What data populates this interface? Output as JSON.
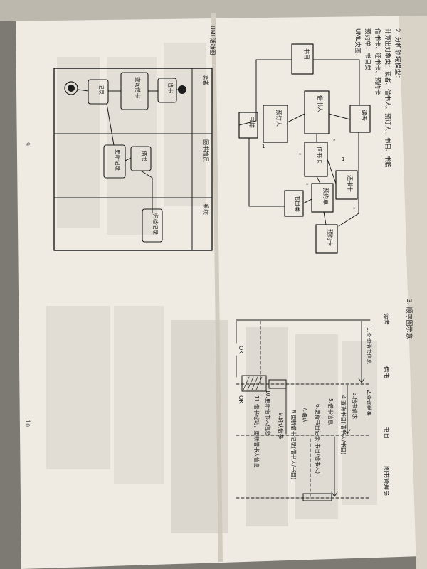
{
  "heading2": "2. 分析领域模型：",
  "line2a": "计算出对象类：读者、借书人、预订人、书目、书籍",
  "line2b": "借书卡、还书卡、预约卡",
  "line2c": "预约单、书目类",
  "uml_label": "UML类图：",
  "activity_title": "UML活动图",
  "page_left_num": "9",
  "page_right_num": "10",
  "seq_title": "3. 顺序图示意",
  "swimlanes": {
    "lane1": "读者",
    "lane2": "图书馆员",
    "lane3": "系统"
  },
  "activity_boxes": {
    "a1": "选书",
    "a2": "查询借书",
    "a3": "记录",
    "a4": "借书",
    "a5": "更新记录",
    "a6": "归档记录"
  },
  "class_boxes": {
    "c1": "书目",
    "c2": "读者",
    "c3": "借书人",
    "c4": "预订人",
    "c5": "书籍",
    "c6": "借书卡",
    "c7": "还书卡",
    "c8": "预约单",
    "c9": "书目类",
    "c10": "预约卡"
  },
  "seq": {
    "actor1": "读者",
    "actor2": "借书",
    "actor3": "书目",
    "actor4": "图书管理员",
    "m1": "1.查询借书信息",
    "m2": "2.查询结果",
    "m3": "3.借书请求",
    "m4": "4.查询书目(借书人/书目)",
    "m5": "5.借书信息",
    "m6": "6.更新书目记录(书目/借书人)",
    "m7": "7.确认",
    "m8": "8.更新借书记录(借书人/书目)",
    "m9": "9.确认借书",
    "m10": "10.更新借书人信息",
    "m11": "11.借书成功，更新借书人信息",
    "ok1": "OK",
    "ok2": "OK"
  }
}
